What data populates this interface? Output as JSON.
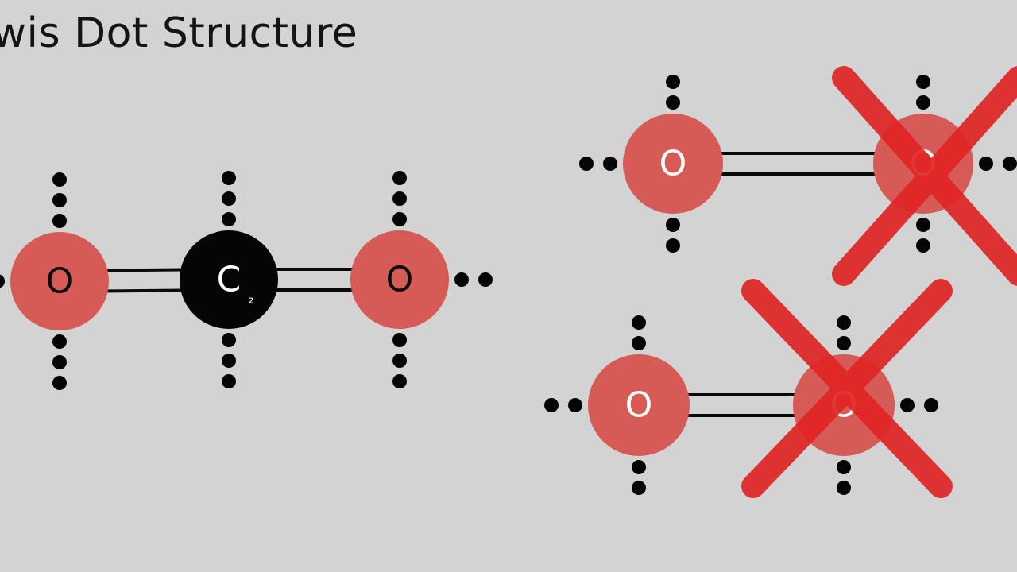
{
  "title": "ewis Dot Structure",
  "colors": {
    "background": "#d3d3d3",
    "oxygen": "#d65a56",
    "carbon": "#050505",
    "bond": "#0a0a0a",
    "electron": "#050505",
    "cross": "#e02424"
  },
  "molecules": [
    {
      "id": "co2-correct",
      "atoms": [
        {
          "label": "O",
          "element": "oxygen",
          "label_color": "#0a0a0a"
        },
        {
          "label": "C",
          "sub": "₂",
          "element": "carbon",
          "label_color": "#ffffff"
        },
        {
          "label": "O",
          "element": "oxygen",
          "label_color": "#0a0a0a"
        }
      ],
      "bonds": [
        "double",
        "double"
      ],
      "crossed_out": []
    },
    {
      "id": "o2-incorrect-top",
      "atoms": [
        {
          "label": "O",
          "element": "oxygen",
          "label_color": "#ffffff"
        },
        {
          "label": "O",
          "element": "oxygen",
          "label_color": "#ffffff"
        }
      ],
      "bonds": [
        "double"
      ],
      "crossed_out": [
        1
      ]
    },
    {
      "id": "o2-incorrect-bottom",
      "atoms": [
        {
          "label": "O",
          "element": "oxygen",
          "label_color": "#ffffff"
        },
        {
          "label": "O",
          "element": "oxygen",
          "label_color": "#ffffff"
        }
      ],
      "bonds": [
        "double"
      ],
      "crossed_out": [
        1
      ]
    }
  ]
}
